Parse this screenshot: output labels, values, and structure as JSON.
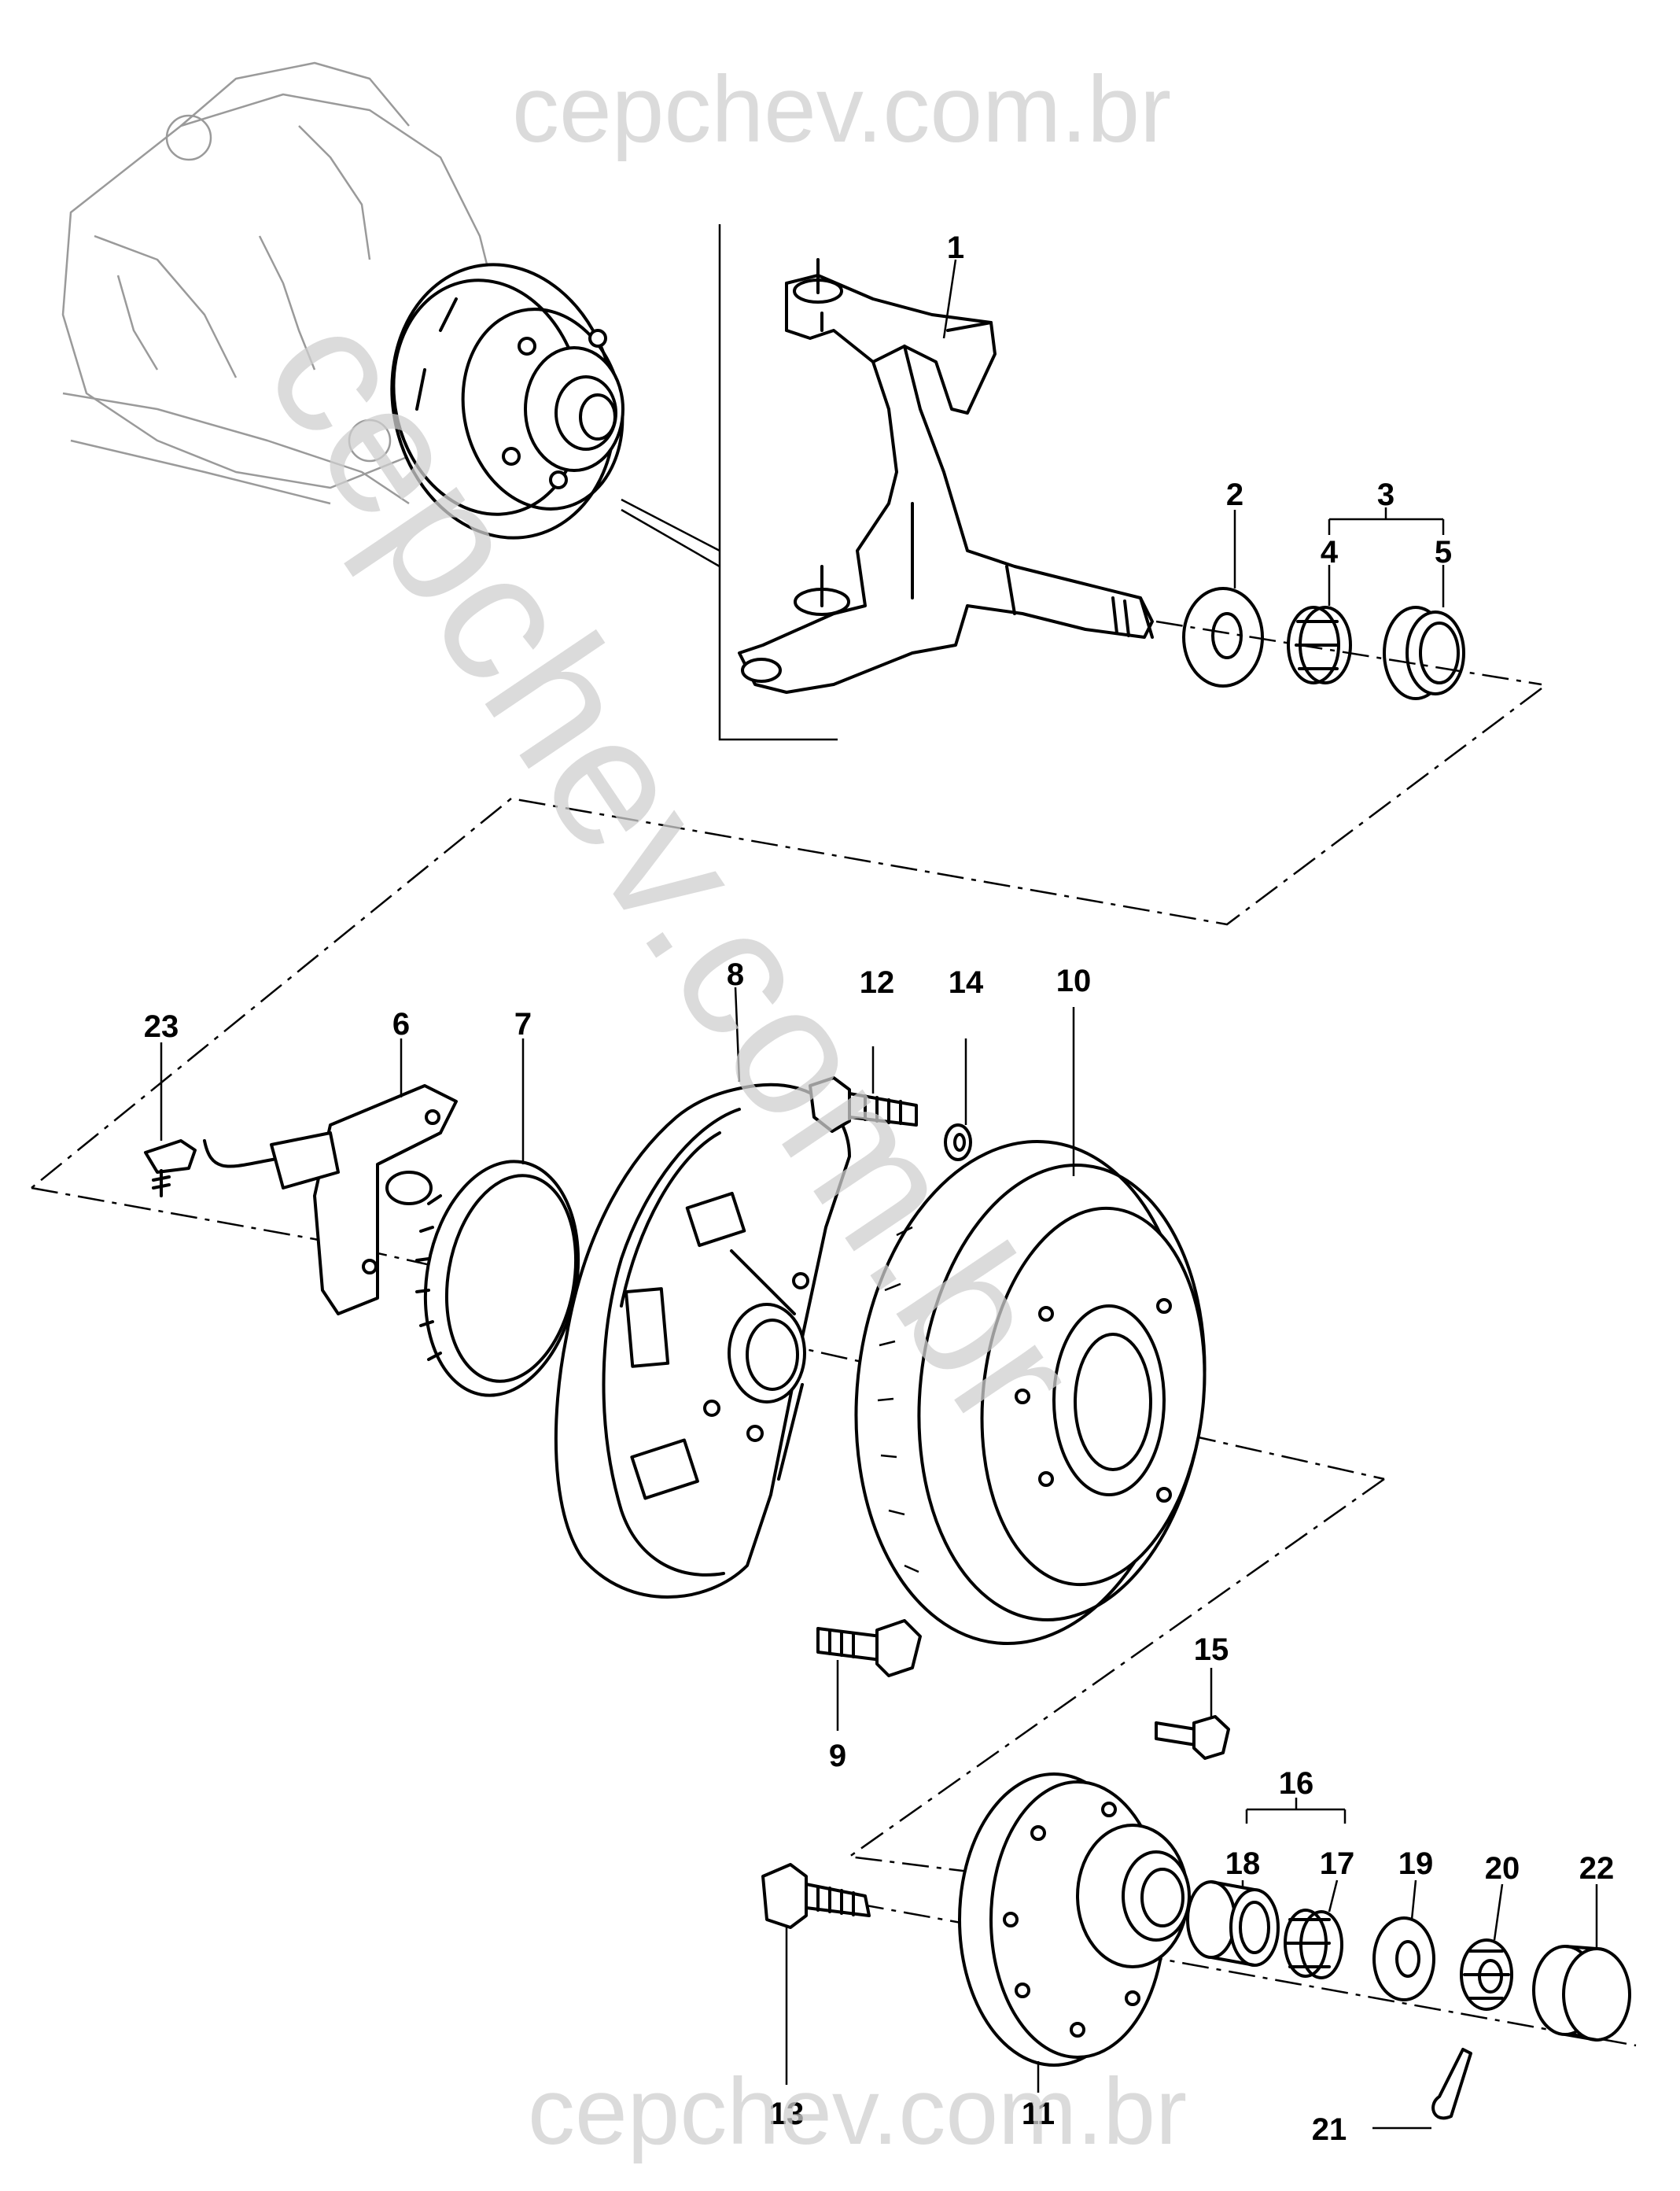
{
  "watermark": {
    "top": "cepchev.com.br",
    "bottom": "cepchev.com.br",
    "diagonal": "cepchev.com.br"
  },
  "callouts": [
    {
      "id": "1",
      "label": "1"
    },
    {
      "id": "2",
      "label": "2"
    },
    {
      "id": "3",
      "label": "3"
    },
    {
      "id": "4",
      "label": "4"
    },
    {
      "id": "5",
      "label": "5"
    },
    {
      "id": "6",
      "label": "6"
    },
    {
      "id": "7",
      "label": "7"
    },
    {
      "id": "8",
      "label": "8"
    },
    {
      "id": "9",
      "label": "9"
    },
    {
      "id": "10",
      "label": "10"
    },
    {
      "id": "11",
      "label": "11"
    },
    {
      "id": "12",
      "label": "12"
    },
    {
      "id": "13",
      "label": "13"
    },
    {
      "id": "14",
      "label": "14"
    },
    {
      "id": "15",
      "label": "15"
    },
    {
      "id": "16",
      "label": "16"
    },
    {
      "id": "17",
      "label": "17"
    },
    {
      "id": "18",
      "label": "18"
    },
    {
      "id": "19",
      "label": "19"
    },
    {
      "id": "20",
      "label": "20"
    },
    {
      "id": "21",
      "label": "21"
    },
    {
      "id": "22",
      "label": "22"
    },
    {
      "id": "23",
      "label": "23"
    }
  ],
  "colors": {
    "line": "#000000",
    "watermark": "#cfcfcf",
    "background": "#ffffff"
  }
}
